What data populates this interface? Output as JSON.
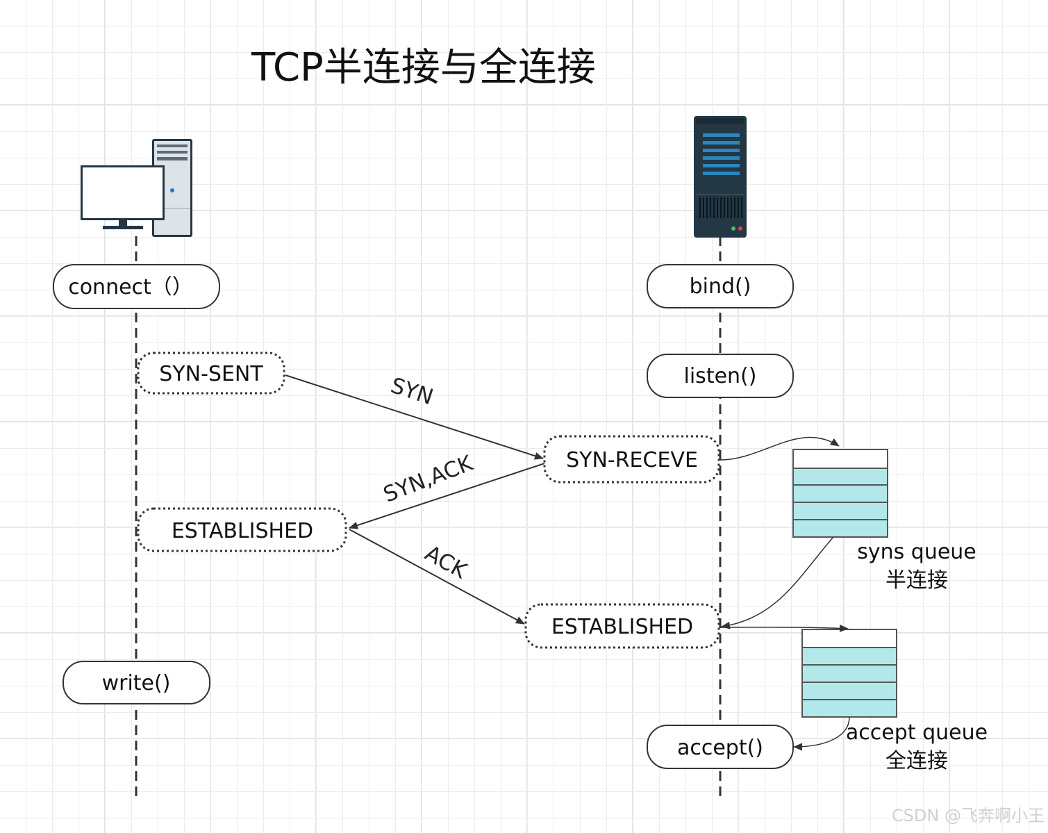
{
  "title": "TCP半连接与全连接",
  "icons": {
    "client": "desktop-computer-icon",
    "server": "server-rack-icon"
  },
  "client": {
    "connect_label": "connect（）",
    "syn_sent_label": "SYN-SENT",
    "established_label": "ESTABLISHED",
    "write_label": "write()"
  },
  "server": {
    "bind_label": "bind()",
    "listen_label": "listen()",
    "syn_receive_label": "SYN-RECEVE",
    "established_label": "ESTABLISHED",
    "accept_label": "accept()"
  },
  "messages": {
    "syn": "SYN",
    "syn_ack": "SYN,ACK",
    "ack": "ACK"
  },
  "queues": {
    "syns": {
      "name": "syns queue",
      "cn": "半连接"
    },
    "accept": {
      "name": "accept queue",
      "cn": "全连接"
    }
  },
  "colors": {
    "queue_fill": "#b2e8ea",
    "server_body": "#243745",
    "server_bar": "#2a88bf"
  },
  "watermark": "CSDN @飞奔啊小王"
}
